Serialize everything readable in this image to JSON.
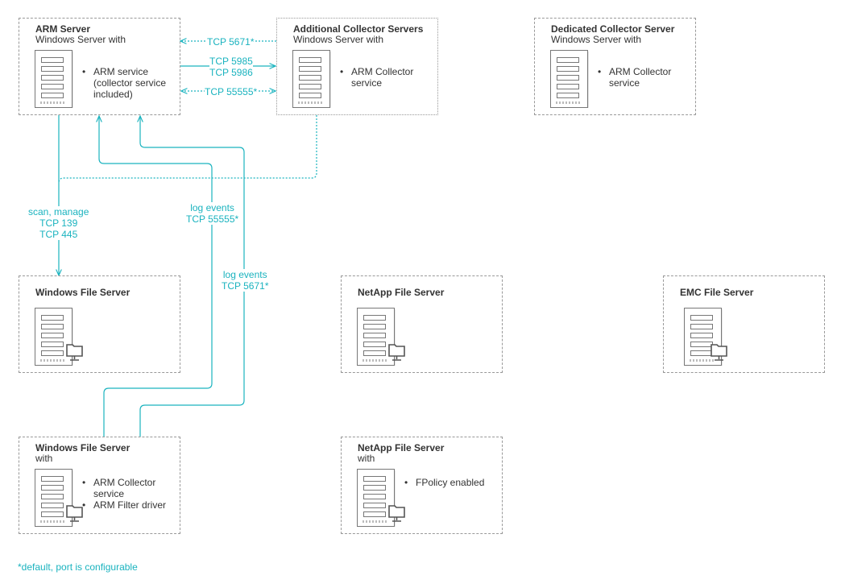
{
  "boxes": {
    "arm_server": {
      "title": "ARM Server",
      "subtitle": "Windows Server with",
      "bullets": [
        "ARM service (collector service included)"
      ]
    },
    "additional_collector": {
      "title": "Additional Collector Servers",
      "subtitle": "Windows Server with",
      "bullets": [
        "ARM Collector service"
      ]
    },
    "dedicated_collector": {
      "title": "Dedicated Collector Server",
      "subtitle": "Windows Server with",
      "bullets": [
        "ARM Collector service"
      ]
    },
    "windows_fs": {
      "title": "Windows File Server"
    },
    "netapp_fs": {
      "title": "NetApp File Server"
    },
    "emc_fs": {
      "title": "EMC File Server"
    },
    "windows_fs_with": {
      "title": "Windows File Server",
      "subtitle": "with",
      "bullets": [
        "ARM Collector service",
        "ARM Filter driver"
      ]
    },
    "netapp_fs_with": {
      "title": "NetApp File Server",
      "subtitle": "with",
      "bullets": [
        "FPolicy enabled"
      ]
    }
  },
  "connections": {
    "tcp5671": "TCP 5671*",
    "tcp5985": "TCP 5985\nTCP 5986",
    "tcp55555": "TCP 55555*",
    "scan_manage": "scan, manage\nTCP 139\nTCP 445",
    "log_events_55555": "log events\nTCP 55555*",
    "log_events_5671": "log events\nTCP 5671*"
  },
  "footnote": "*default, port is configurable",
  "colors": {
    "connector": "#1ab3bf",
    "border": "#999999",
    "text": "#333333"
  },
  "icons": [
    "server-icon",
    "folder-icon"
  ]
}
